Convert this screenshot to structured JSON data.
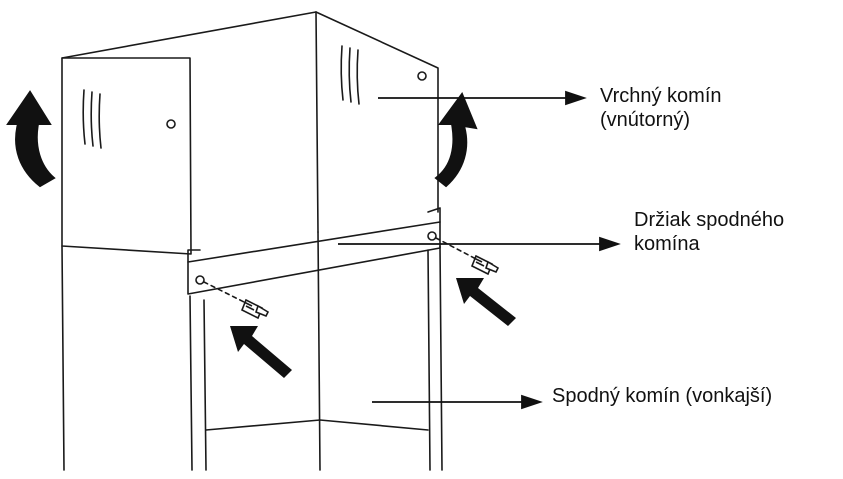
{
  "labels": {
    "upper_chimney": [
      "Vrchný komín",
      "(vnútorný)"
    ],
    "bracket": [
      "Držiak spodného",
      "komína"
    ],
    "lower_chimney": [
      "Spodný komín (vonkajší)"
    ]
  },
  "colors": {
    "line": "#1a1a1a",
    "arrow": "#111111",
    "background": "#ffffff"
  }
}
